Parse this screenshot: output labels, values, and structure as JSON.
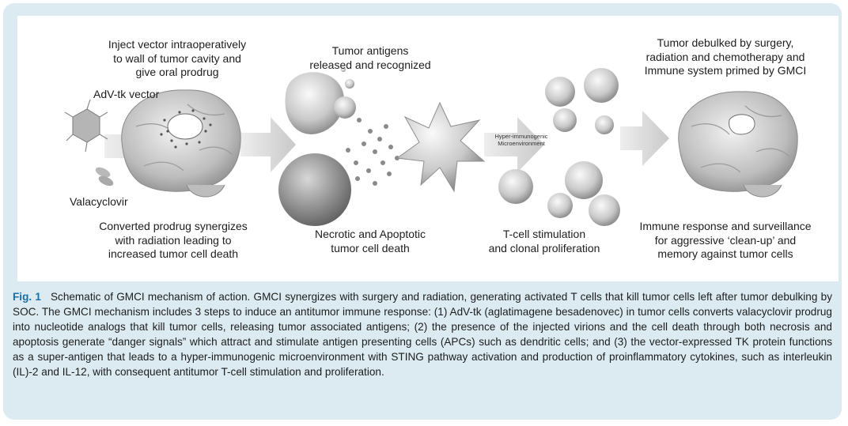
{
  "labels": {
    "inject": "Inject vector intraoperatively\nto wall of tumor cavity and\ngive oral prodrug",
    "vector": "AdV-tk vector",
    "valacyclovir": "Valacyclovir",
    "converted": "Converted prodrug synergizes\nwith radiation leading to\nincreased tumor cell death",
    "antigens": "Tumor antigens\nreleased and recognized",
    "necrotic": "Necrotic and Apoptotic\ntumor cell death",
    "hyper": "Hyper-immunogenic\nMicroenvironment",
    "tcell": "T-cell stimulation\nand clonal proliferation",
    "debulked": "Tumor debulked by surgery,\nradiation and chemotherapy and\nImmune system primed by GMCI",
    "immune": "Immune response and surveillance\nfor aggressive ‘clean-up’ and\nmemory against tumor cells"
  },
  "caption": {
    "fig_label": "Fig. 1",
    "text": "Schematic of GMCI mechanism of action. GMCI synergizes with surgery and radiation, generating activated T cells that kill tumor cells left after tumor debulking by SOC. The GMCI mechanism includes 3 steps to induce an antitumor immune response: (1) AdV-tk (aglatimagene besadenovec) in tumor cells converts valacyclovir prodrug into nucleotide analogs that kill tumor cells, releasing tumor associated antigens; (2) the presence of the injected virions and the cell death through both necrosis and apoptosis generate “danger signals” which attract and stimulate antigen presenting cells (APCs) such as dendritic cells; and (3) the vector-expressed TK protein functions as a super-antigen that leads to a hyper-immunogenic microenvironment with STING pathway activation and production of proinflammatory cytokines, such as interleukin (IL)-2 and IL-12, with consequent antitumor T-cell stimulation and proliferation."
  },
  "colors": {
    "frame": "#dcebf2",
    "fig_label": "#1a6fa8",
    "arrow": "#d4d4d4"
  }
}
